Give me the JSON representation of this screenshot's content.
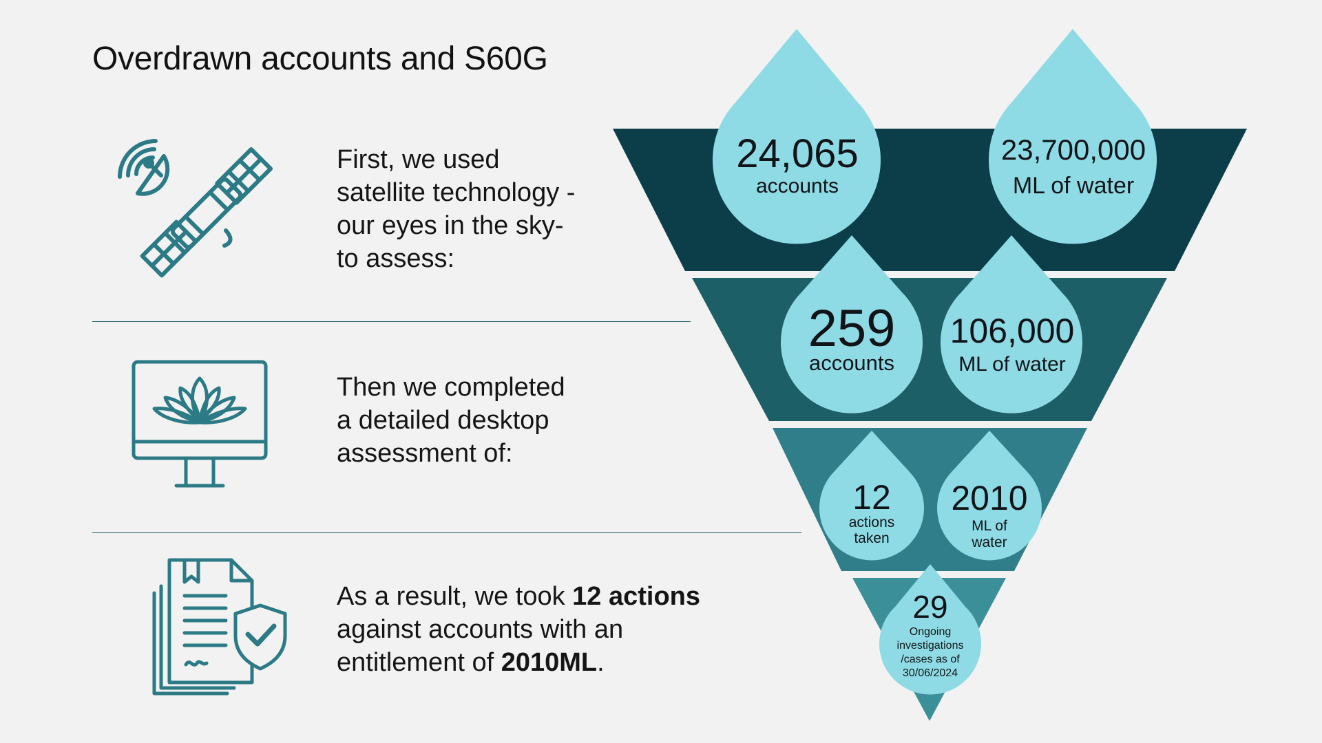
{
  "title": "Overdrawn accounts and S60G",
  "colors": {
    "background": "#f1f2f1",
    "tier1": "#0b3e49",
    "tier2": "#1c5f66",
    "tier3": "#2f7e8a",
    "tier4": "#3b8f98",
    "drop": "#8fdbe5",
    "icon_stroke": "#2b7a86",
    "divider": "#1f5560"
  },
  "steps": [
    {
      "icon": "satellite-icon",
      "lines": [
        "First, we used",
        "satellite technology -",
        "our eyes in the sky-",
        "to assess:"
      ]
    },
    {
      "icon": "desktop-monitor-icon",
      "lines": [
        "Then we completed",
        "a detailed desktop",
        "assessment of:"
      ]
    },
    {
      "icon": "documents-shield-icon",
      "line1_pre": "As a result, we took ",
      "line1_bold": "12 actions",
      "line2": "against accounts with an",
      "line3_pre": "entitlement of ",
      "line3_bold": "2010ML",
      "line3_post": "."
    }
  ],
  "funnel": [
    {
      "tier": 1,
      "drops": [
        {
          "value": "24,065",
          "label_lines": [
            "accounts"
          ]
        },
        {
          "value": "23,700,000",
          "label_lines": [
            "ML of water"
          ]
        }
      ]
    },
    {
      "tier": 2,
      "drops": [
        {
          "value": "259",
          "label_lines": [
            "accounts"
          ]
        },
        {
          "value": "106,000",
          "label_lines": [
            "ML of water"
          ]
        }
      ]
    },
    {
      "tier": 3,
      "drops": [
        {
          "value": "12",
          "label_lines": [
            "actions",
            "taken"
          ]
        },
        {
          "value": "2010",
          "label_lines": [
            "ML of",
            "water"
          ]
        }
      ]
    },
    {
      "tier": 4,
      "drops": [
        {
          "value": "29",
          "label_lines": [
            "Ongoing",
            "investigations",
            "/cases as of",
            "30/06/2024"
          ]
        }
      ]
    }
  ]
}
